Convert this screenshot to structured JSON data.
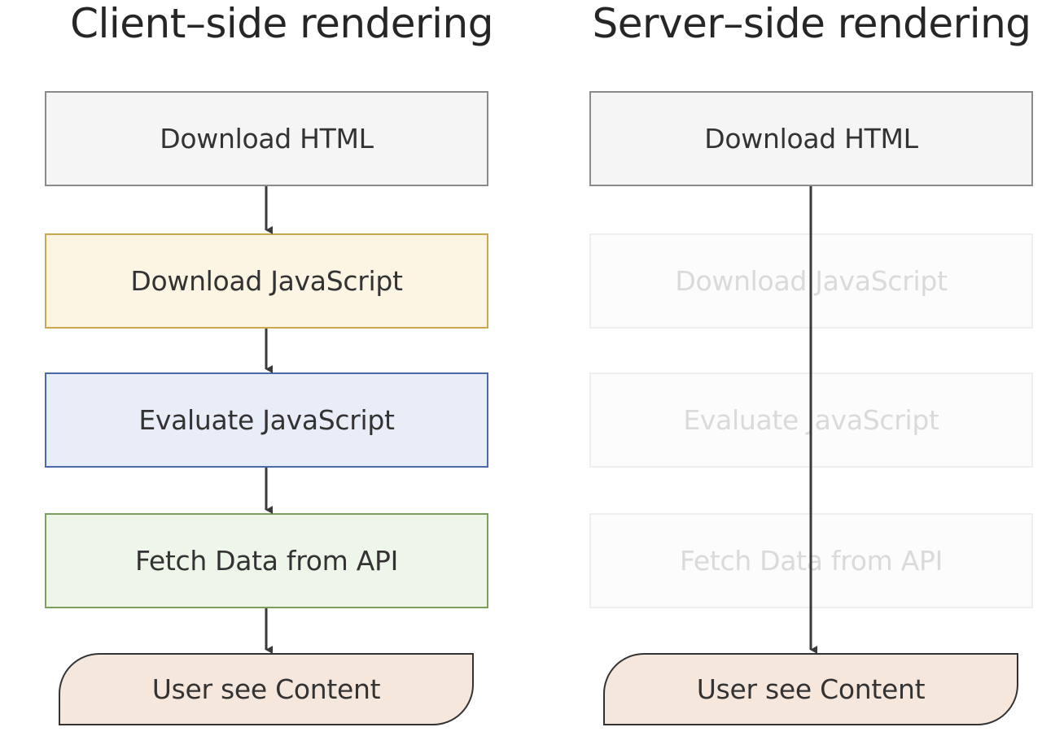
{
  "client": {
    "title": "Client–side rendering",
    "steps": [
      "Download HTML",
      "Download JavaScript",
      "Evaluate JavaScript",
      "Fetch Data from API"
    ],
    "end": "User see Content"
  },
  "server": {
    "title": "Server–side rendering",
    "steps": [
      "Download HTML",
      "Download JavaScript",
      "Evaluate JavaScript",
      "Fetch Data from API"
    ],
    "end": "User see Content"
  },
  "colors": {
    "html_step": "#f5f5f5",
    "download_js_step": "#fdf5e3",
    "evaluate_js_step": "#e9edf7",
    "fetch_data_step": "#eef5e9",
    "content_step": "#f6e7dc",
    "arrow": "#3a3a3a"
  }
}
